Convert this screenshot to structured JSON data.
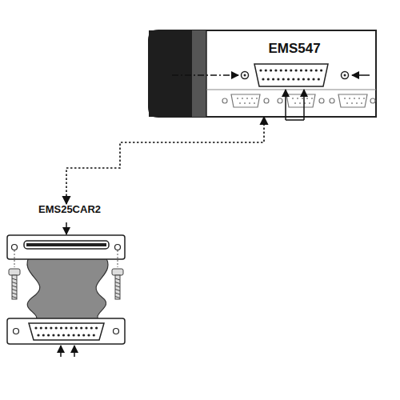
{
  "diagram": {
    "nodes": [
      {
        "text": [
          "EMS547"
        ]
      },
      {
        "text": [
          "EMS25CAR2"
        ]
      }
    ],
    "edges": [
      {
        "from": 1,
        "to": 0,
        "arrow": "both"
      }
    ]
  }
}
